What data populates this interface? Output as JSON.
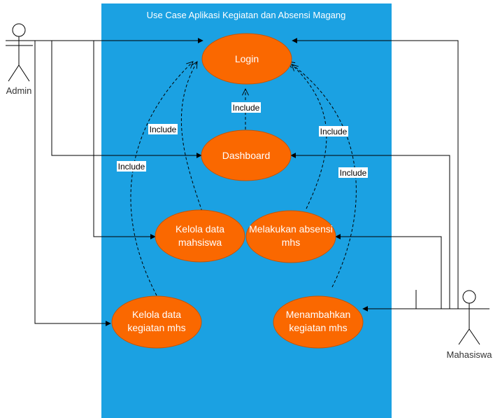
{
  "system": {
    "title": "Use Case Aplikasi Kegiatan dan Absensi Magang"
  },
  "actors": {
    "admin": "Admin",
    "mahasiswa": "Mahasiswa"
  },
  "use_cases": {
    "login": [
      "Login"
    ],
    "dashboard": [
      "Dashboard"
    ],
    "kelola_mahasiswa": [
      "Kelola data",
      "mahsiswa"
    ],
    "absensi": [
      "Melakukan absensi",
      "mhs"
    ],
    "kelola_kegiatan": [
      "Kelola data",
      "kegiatan mhs"
    ],
    "menambahkan": [
      "Menambahkan",
      "kegiatan mhs"
    ]
  },
  "relations": {
    "include_label": "Include"
  }
}
